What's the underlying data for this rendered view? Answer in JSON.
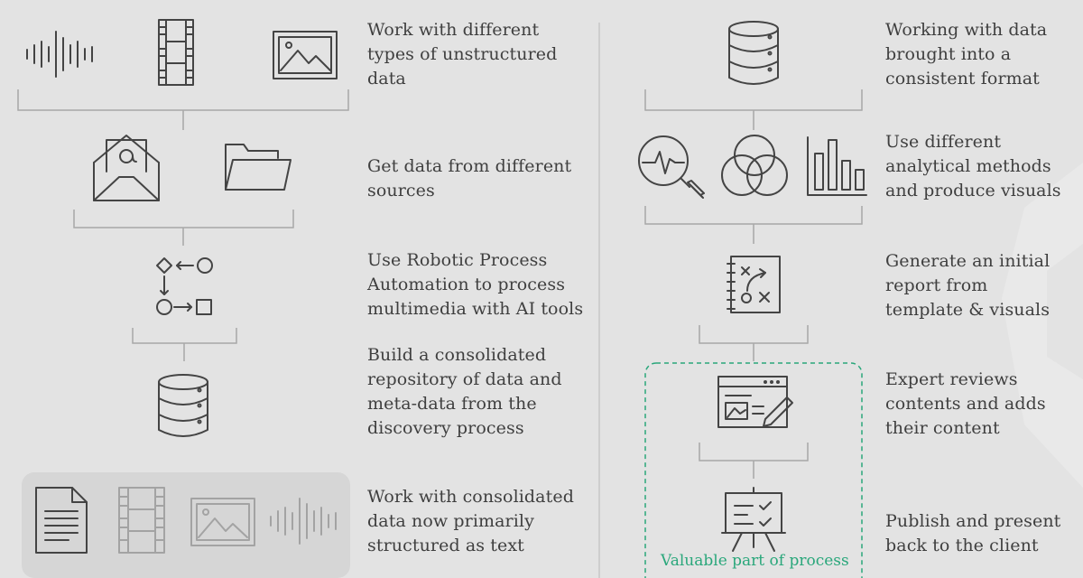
{
  "left_column": {
    "steps": [
      {
        "text": "Work with different\ntypes of unstructured\ndata"
      },
      {
        "text": "Get data from different\nsources"
      },
      {
        "text": "Use Robotic Process\nAutomation to process\nmultimedia with AI tools"
      },
      {
        "text": "Build a consolidated\nrepository of data and\nmeta-data from the\ndiscovery process"
      },
      {
        "text": "Work with consolidated\ndata now primarily\nstructured as text"
      }
    ]
  },
  "right_column": {
    "steps": [
      {
        "text": "Working with data\nbrought into a\nconsistent format"
      },
      {
        "text": "Use different\nanalytical methods\nand produce visuals"
      },
      {
        "text": "Generate an initial\nreport from\ntemplate & visuals"
      },
      {
        "text": "Expert reviews\ncontents and adds\ntheir content"
      },
      {
        "text": "Publish and present\nback to the client"
      }
    ],
    "highlight_note": "Valuable part of process"
  },
  "icons": {
    "row1_left": [
      "audio-wave-icon",
      "film-strip-icon",
      "image-icon"
    ],
    "row2_left": [
      "email-icon",
      "folder-icon"
    ],
    "row3_left": [
      "rpa-flow-icon"
    ],
    "row4_left": [
      "database-icon"
    ],
    "row5_left": [
      "document-icon",
      "film-strip-icon",
      "image-icon",
      "audio-wave-icon"
    ],
    "row1_right": [
      "database-icon"
    ],
    "row2_right": [
      "magnifier-chart-icon",
      "venn-diagram-icon",
      "bar-chart-icon"
    ],
    "row3_right": [
      "strategy-notebook-icon"
    ],
    "row4_right": [
      "edit-document-icon"
    ],
    "row5_right": [
      "presentation-board-icon"
    ]
  },
  "colors": {
    "background": "#e3e3e3",
    "text": "#3f3f3f",
    "icon_stroke": "#444444",
    "faded_panel": "#d6d6d6",
    "highlight_green": "#2aa77b"
  }
}
